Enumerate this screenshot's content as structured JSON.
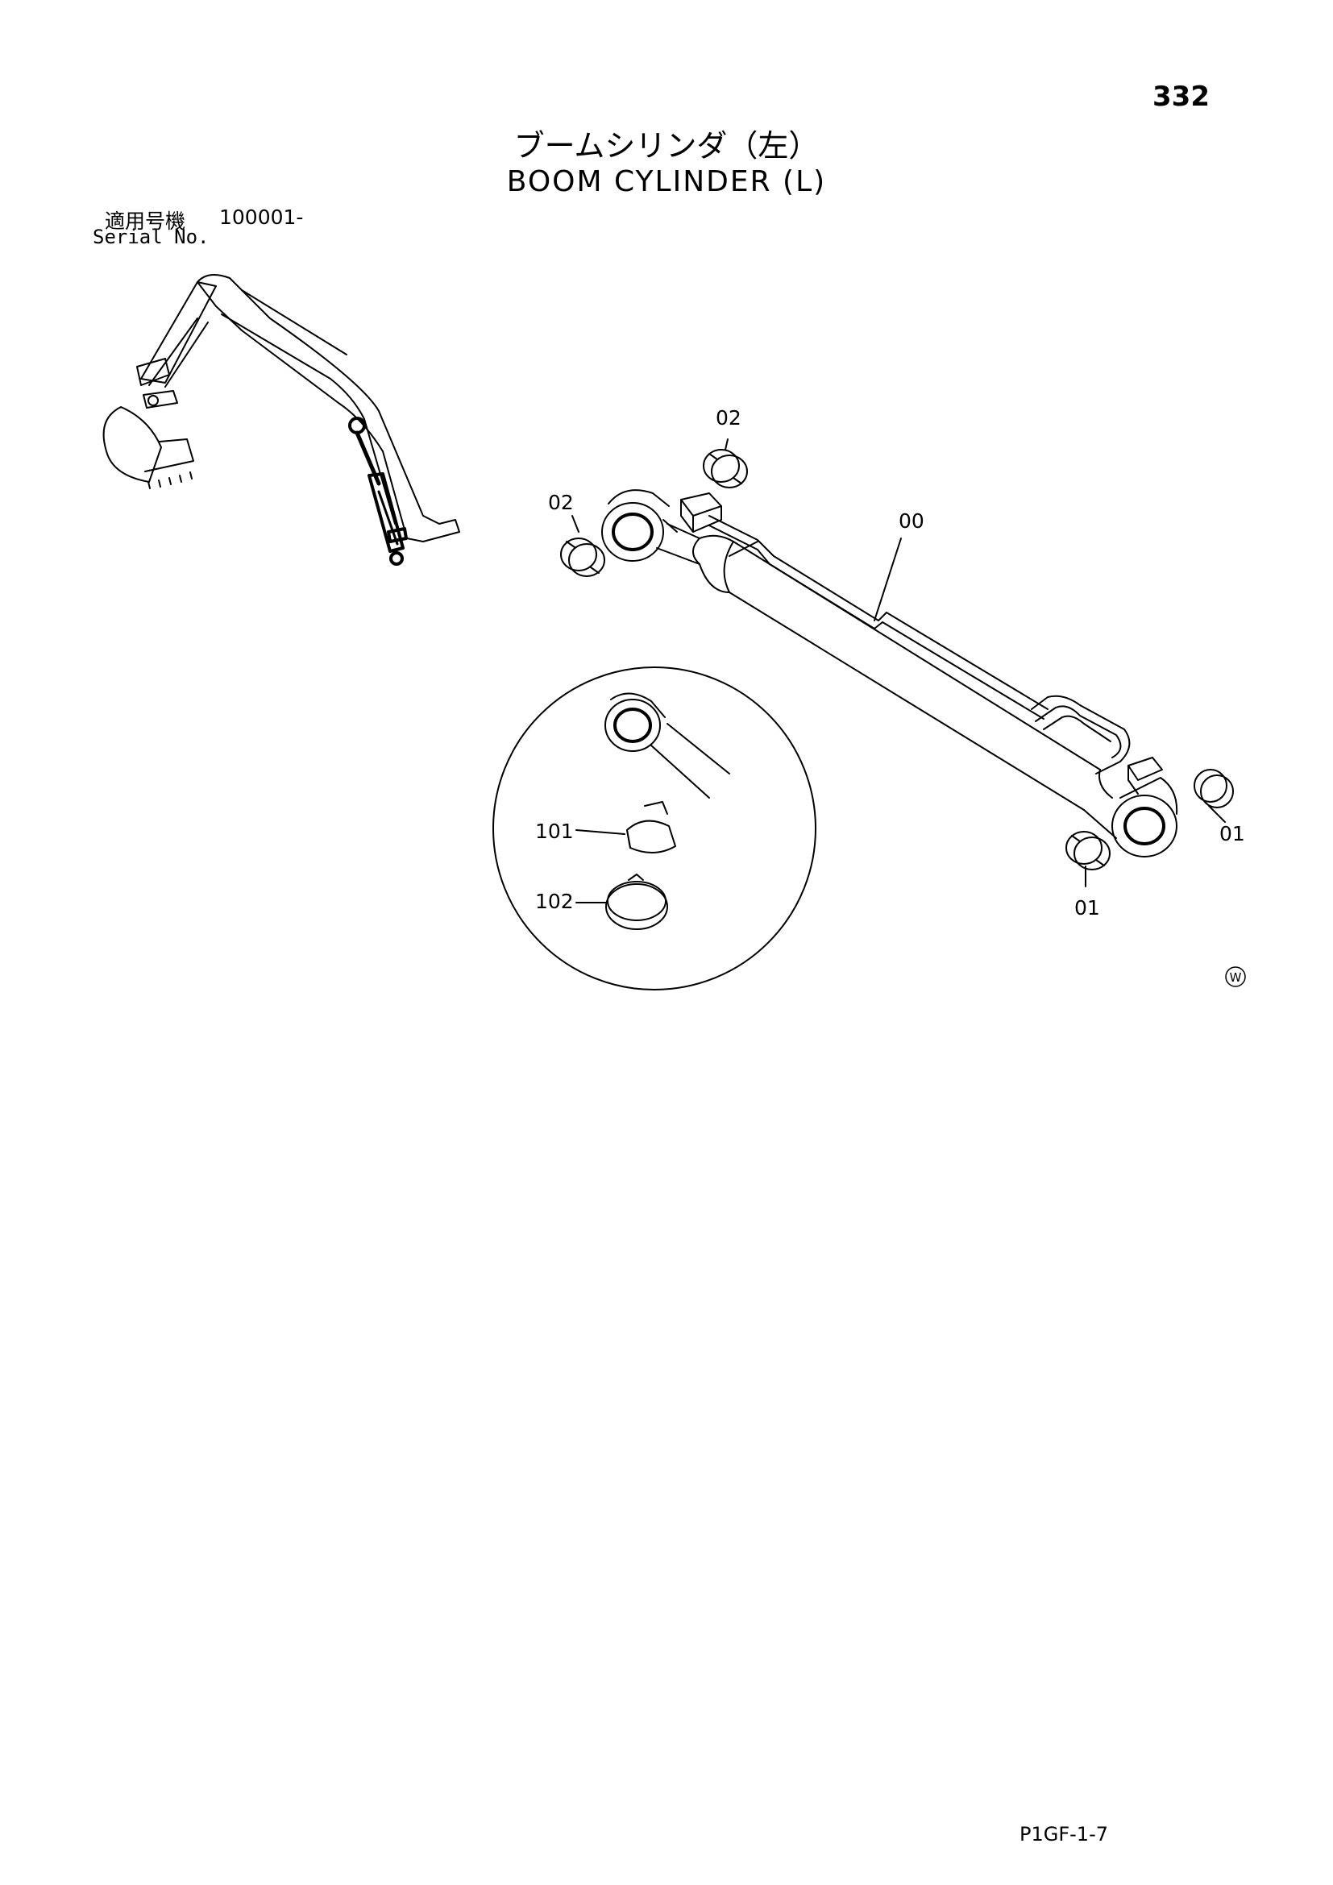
{
  "page_number": "332",
  "title_ja": "ブームシリンダ（左）",
  "title_en": "BOOM CYLINDER (L)",
  "serial": {
    "label_ja": "適用号機",
    "value": "100001-",
    "label_en": "Serial No."
  },
  "callouts": {
    "p00": "00",
    "p01a": "01",
    "p01b": "01",
    "p02a": "02",
    "p02b": "02",
    "p101": "101",
    "p102": "102"
  },
  "mark": "W",
  "footer_code": "P1GF-1-7"
}
